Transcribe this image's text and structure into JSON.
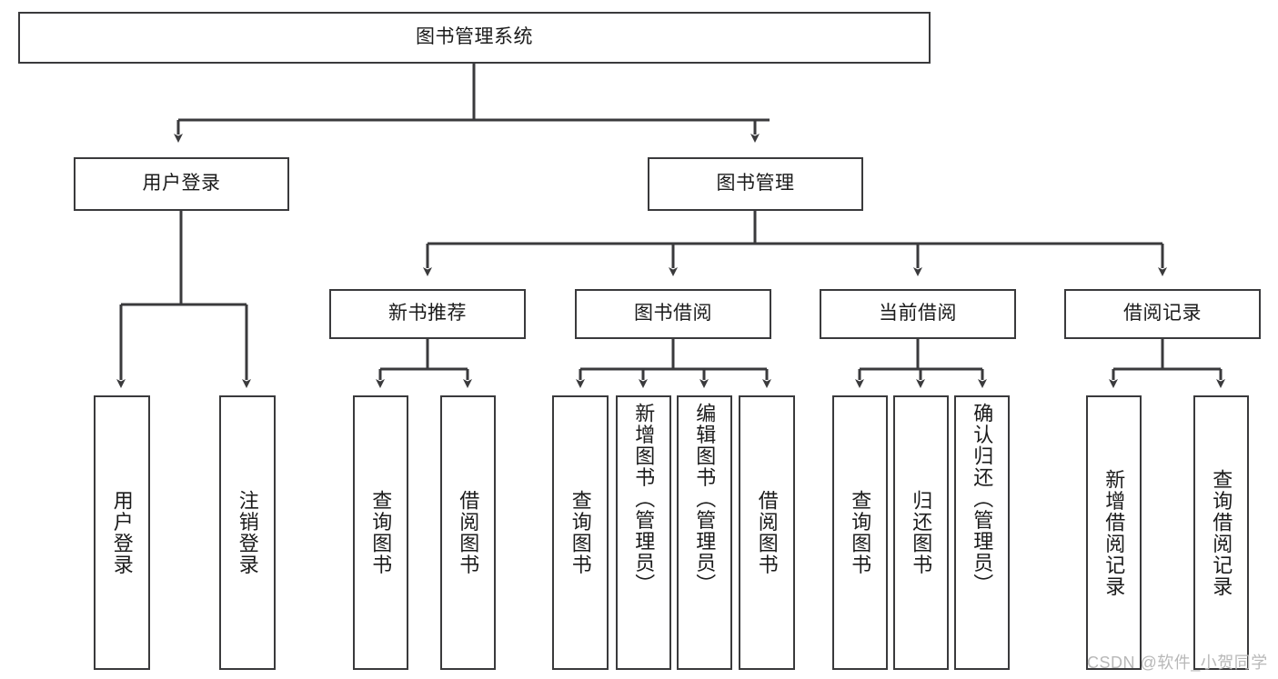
{
  "diagram": {
    "type": "hierarchy-tree",
    "title": "图书管理系统",
    "orientation": "top-down",
    "levels": 4,
    "colors": {
      "line": "#3a3a3c",
      "box_border": "#3a3a3c",
      "box_fill": "#ffffff",
      "background": "#ffffff",
      "watermark": "#b8b8b8"
    },
    "root": {
      "label": "图书管理系统"
    },
    "level2": [
      {
        "label": "用户登录"
      },
      {
        "label": "图书管理"
      }
    ],
    "level3": [
      {
        "label": "新书推荐"
      },
      {
        "label": "图书借阅"
      },
      {
        "label": "当前借阅"
      },
      {
        "label": "借阅记录"
      }
    ],
    "leaves": {
      "user_login": [
        {
          "label": "用户登录"
        },
        {
          "label": "注销登录"
        }
      ],
      "new_book_recommend": [
        {
          "label": "查询图书"
        },
        {
          "label": "借阅图书"
        }
      ],
      "book_borrow": [
        {
          "label": "查询图书"
        },
        {
          "label": "新增图书（管理员）"
        },
        {
          "label": "编辑图书（管理员）"
        },
        {
          "label": "借阅图书"
        }
      ],
      "current_borrow": [
        {
          "label": "查询图书"
        },
        {
          "label": "归还图书"
        },
        {
          "label": "确认归还（管理员）"
        }
      ],
      "borrow_record": [
        {
          "label": "新增借阅记录"
        },
        {
          "label": "查询借阅记录"
        }
      ]
    },
    "watermark": "CSDN @软件_小贺同学"
  }
}
